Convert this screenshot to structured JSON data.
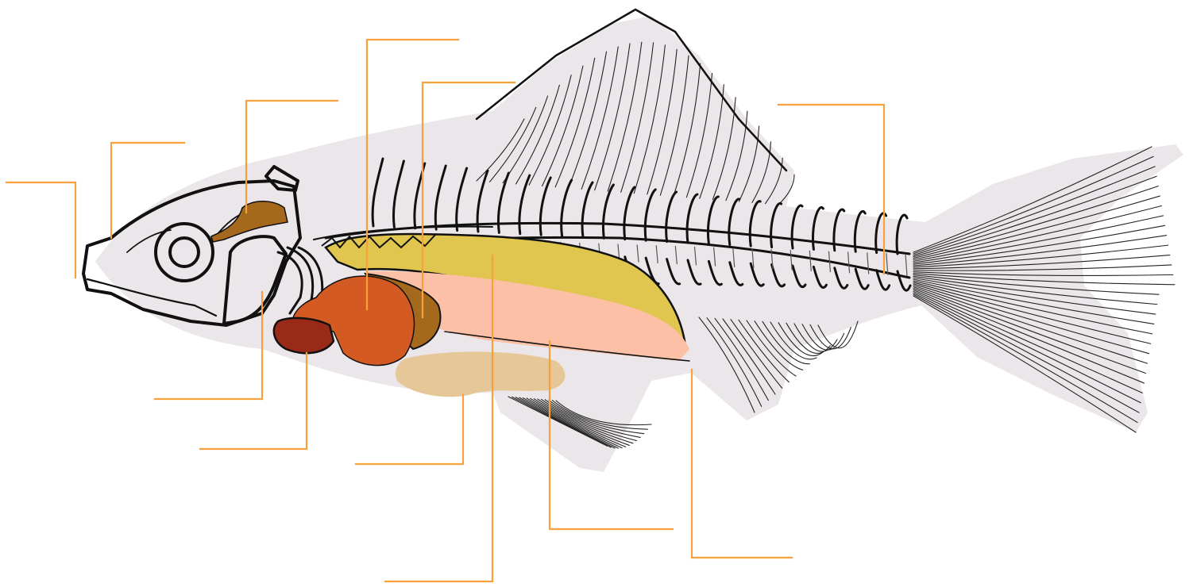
{
  "diagram": {
    "subject": "fish-internal-anatomy",
    "labels_visible": false,
    "colors": {
      "leader": "#f7a03c",
      "body_silhouette": "#ebe6ea",
      "outline": "#111111",
      "swim_bladder": "#e0c64f",
      "gonad": "#fcc0a6",
      "liver": "#d45a24",
      "stomach": "#a5691e",
      "heart": "#9a2a18",
      "intestine": "#e6c797",
      "brain": "#a5691e"
    },
    "leaders": [
      {
        "id": "mouth"
      },
      {
        "id": "nostril"
      },
      {
        "id": "brain"
      },
      {
        "id": "swim-bladder-front"
      },
      {
        "id": "stomach"
      },
      {
        "id": "spinal-column"
      },
      {
        "id": "gill"
      },
      {
        "id": "heart"
      },
      {
        "id": "intestine"
      },
      {
        "id": "swim-bladder"
      },
      {
        "id": "gonad"
      },
      {
        "id": "anus"
      }
    ]
  }
}
